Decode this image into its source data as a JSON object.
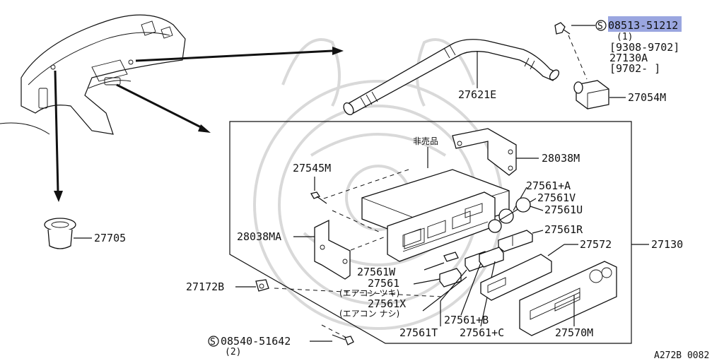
{
  "labels": {
    "p08513": "08513-51212",
    "p08513_qty": "(1)",
    "range1": "[9308-9702]",
    "p27130A": "27130A",
    "range2": "[9702-      ]",
    "p27054M": "27054M",
    "p27621E": "27621E",
    "hibaihin": "非売品",
    "p28038M": "28038M",
    "p27545M": "27545M",
    "p27561A": "27561+A",
    "p27561V": "27561V",
    "p27561U": "27561U",
    "p27561R": "27561R",
    "p27572": "27572",
    "p27130": "27130",
    "p28038MA": "28038MA",
    "p27705": "27705",
    "p27561W": "27561W",
    "p27561": "27561",
    "aircon_on": "(エアコン ツキ)",
    "p27561X": "27561X",
    "aircon_off": "(エアコン ナシ)",
    "p27172B": "27172B",
    "p27561B": "27561+B",
    "p27561T": "27561T",
    "p27561C": "27561+C",
    "p27570M": "27570M",
    "p08540": "08540-51642",
    "p08540_qty": "(2)",
    "screw_mark_1": "S",
    "screw_mark_2": "S",
    "ref": "A272B 0082"
  },
  "highlight_color": "#9aa6e0"
}
